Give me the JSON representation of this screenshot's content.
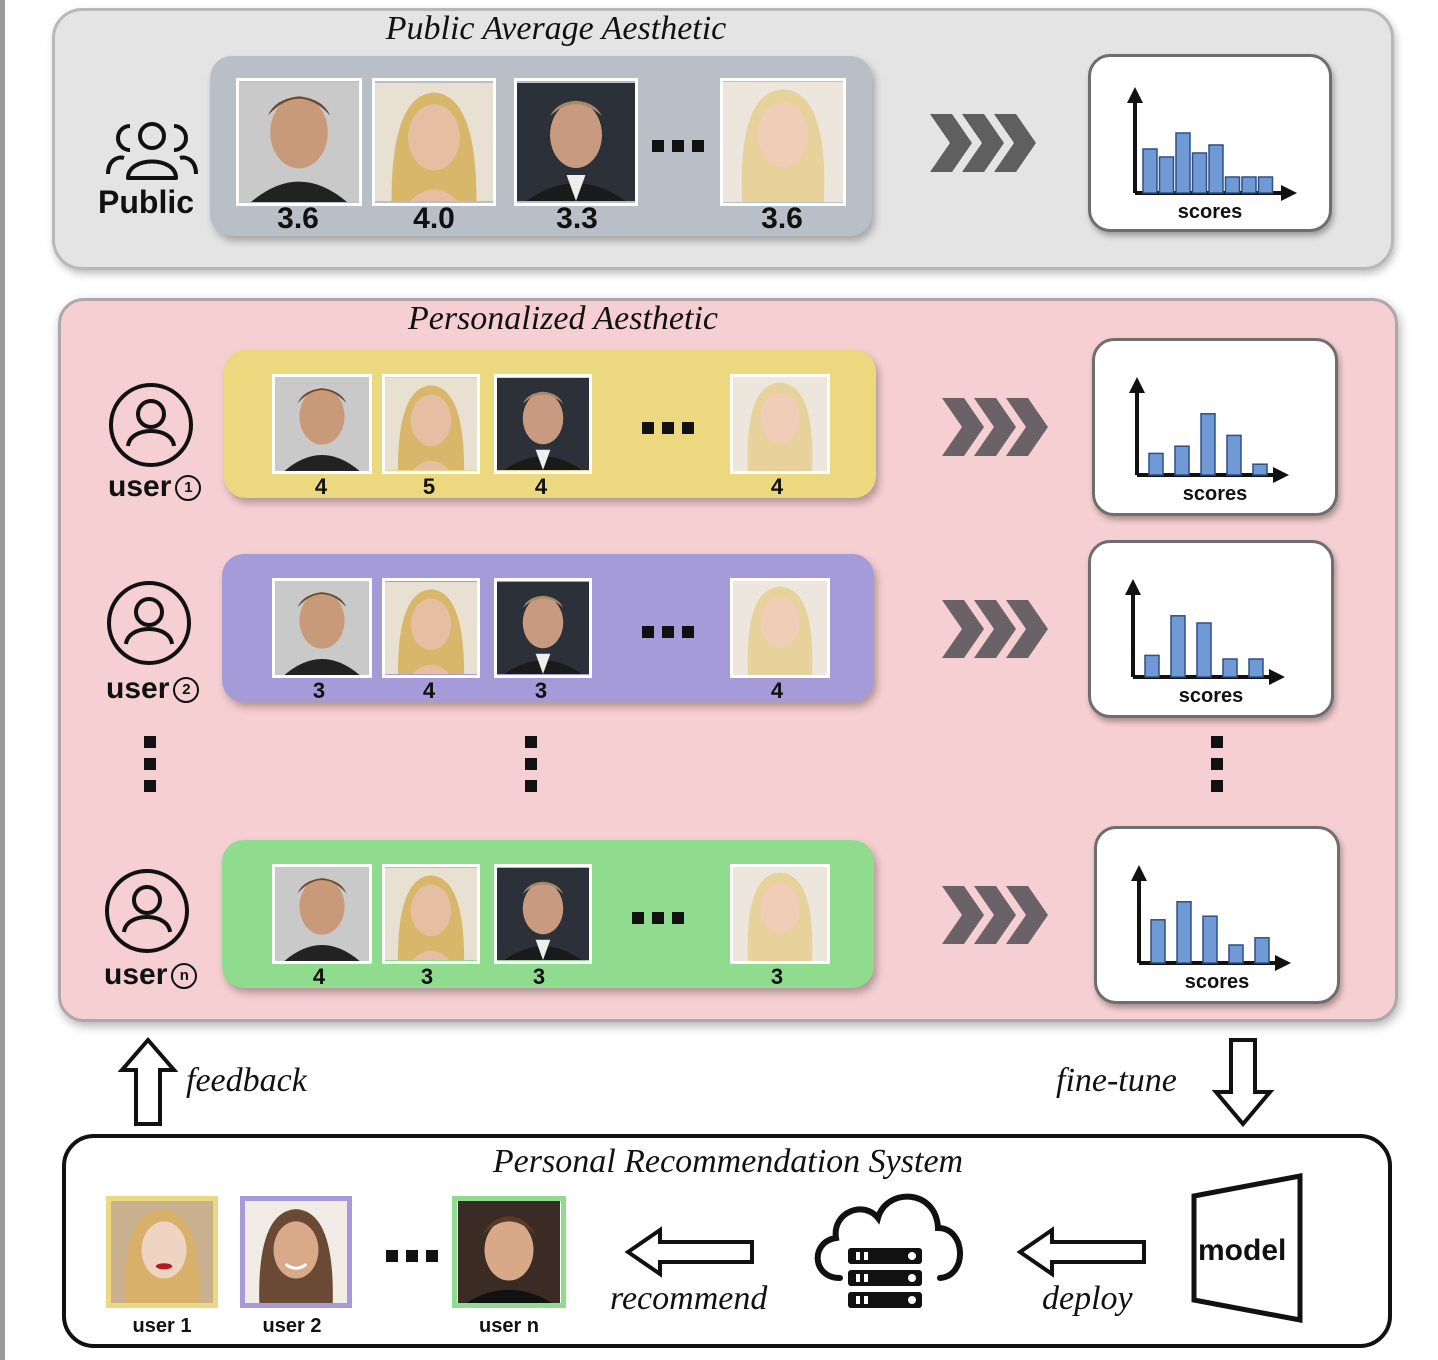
{
  "public": {
    "title": "Public Average Aesthetic",
    "label": "Public",
    "scores": [
      "3.6",
      "4.0",
      "3.3",
      "3.6"
    ],
    "hist_label": "scores",
    "hist": [
      0.55,
      0.45,
      0.75,
      0.5,
      0.6,
      0.2,
      0.2,
      0.2
    ]
  },
  "personalized": {
    "title": "Personalized Aesthetic",
    "users": [
      {
        "label": "user",
        "num": "1",
        "scores": [
          "4",
          "5",
          "4",
          "4"
        ],
        "color": "#ecd97f",
        "hist": [
          0.3,
          0.4,
          0.85,
          0.55,
          0.15
        ]
      },
      {
        "label": "user",
        "num": "2",
        "scores": [
          "3",
          "4",
          "3",
          "4"
        ],
        "color": "#a69bd9",
        "hist": [
          0.3,
          0.85,
          0.75,
          0.25,
          0.25
        ]
      },
      {
        "label": "user",
        "num": "n",
        "scores": [
          "4",
          "3",
          "3",
          "3"
        ],
        "color": "#8fdc8f",
        "hist": [
          0.6,
          0.85,
          0.65,
          0.25,
          0.35
        ]
      }
    ],
    "hist_label": "scores"
  },
  "arrows": {
    "feedback": "feedback",
    "finetune": "fine-tune"
  },
  "recommendation": {
    "title": "Personal Recommendation System",
    "users": [
      {
        "label": "user 1",
        "color": "#ecd97f"
      },
      {
        "label": "user 2",
        "color": "#a69bd9"
      },
      {
        "label": "user n",
        "color": "#8fdc8f"
      }
    ],
    "recommend": "recommend",
    "deploy": "deploy",
    "model": "model"
  }
}
